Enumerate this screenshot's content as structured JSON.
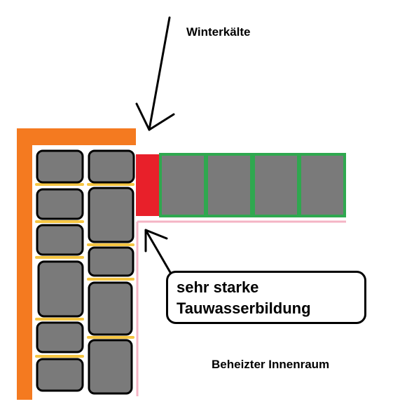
{
  "labels": {
    "winter_cold": "Winterkälte",
    "callout_line1": "sehr starke",
    "callout_line2": "Tauwasserbildung",
    "heated_room": "Beheizter Innenraum"
  },
  "colors": {
    "insulation_exterior": "#f47a20",
    "stone": "#7a7a7a",
    "stone_outline": "#000000",
    "mortar": "#f5c542",
    "thermal_bridge": "#e8202a",
    "ceiling_blocks_outline": "#2fa84f",
    "interior_finish": "#f4b4c4",
    "background": "#ffffff"
  },
  "ceiling_block_count": 4,
  "icons": [
    "arrow-winter-cold",
    "arrow-condensation"
  ]
}
